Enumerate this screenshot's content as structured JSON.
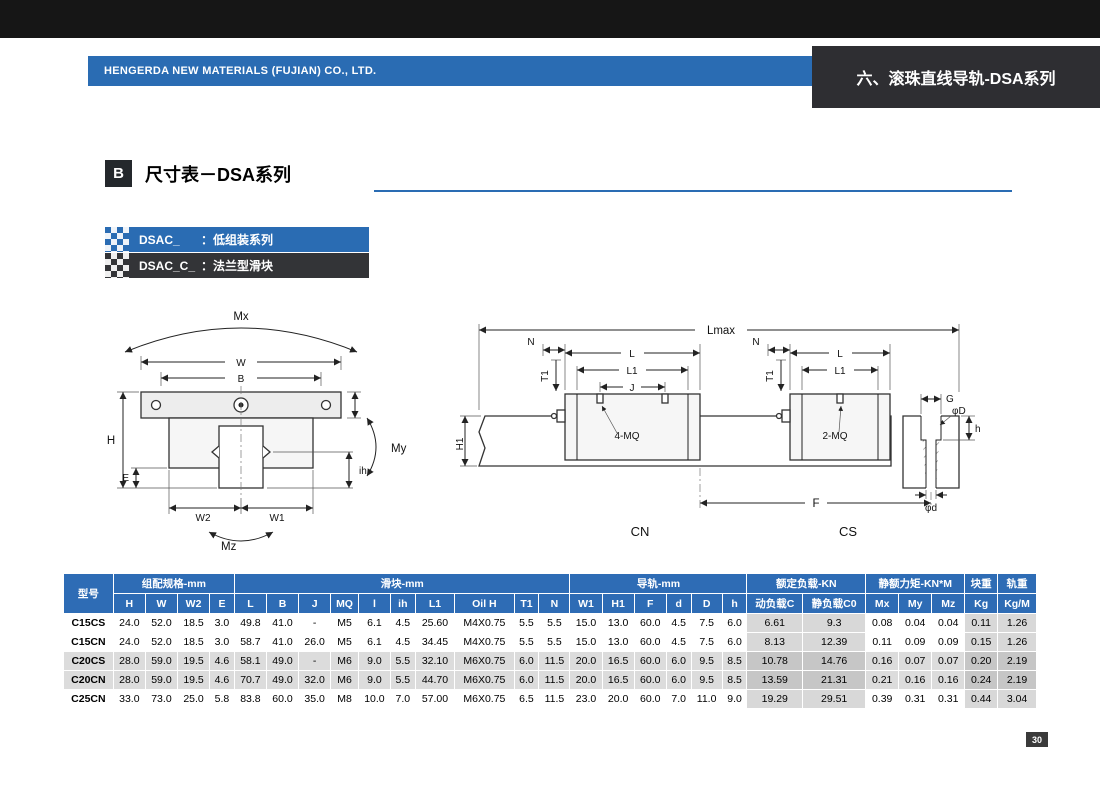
{
  "header": {
    "company": "HENGERDA NEW MATERIALS (FUJIAN) CO., LTD.",
    "doc_title": "六、滚珠直线导轨-DSA系列",
    "accent_color": "#2a6cb3"
  },
  "section": {
    "badge": "B",
    "title": "尺寸表－DSA系列"
  },
  "legend": [
    {
      "code": "DSAC_",
      "desc": "：低组装系列"
    },
    {
      "code": "DSAC_C_",
      "desc": "：法兰型滑块"
    }
  ],
  "drawing": {
    "left": {
      "mx": "Mx",
      "w": "W",
      "b": "B",
      "h": "H",
      "e": "E",
      "w2": "W2",
      "w1": "W1",
      "my": "My",
      "mz": "Mz",
      "ih": "ih"
    },
    "right": {
      "lmax": "Lmax",
      "n": "N",
      "t1": "T1",
      "l": "L",
      "l1": "L1",
      "j": "J",
      "mq4": "4-MQ",
      "mq2": "2-MQ",
      "g": "G",
      "phiD": "φD",
      "h": "h",
      "h1": "H1",
      "f": "F",
      "phid": "φd",
      "cn": "CN",
      "cs": "CS"
    }
  },
  "table": {
    "group_headers": [
      {
        "label": "型号",
        "colspan": 1,
        "rowspan": 2
      },
      {
        "label": "组配规格-mm",
        "colspan": 4
      },
      {
        "label": "滑块-mm",
        "colspan": 10
      },
      {
        "label": "导轨-mm",
        "colspan": 6
      },
      {
        "label": "额定负载-KN",
        "colspan": 2
      },
      {
        "label": "静额力矩-KN*M",
        "colspan": 3
      },
      {
        "label": "块重",
        "colspan": 1
      },
      {
        "label": "轨重",
        "colspan": 1
      }
    ],
    "sub_headers": [
      "H",
      "W",
      "W2",
      "E",
      "L",
      "B",
      "J",
      "MQ",
      "l",
      "ih",
      "L1",
      "Oil H",
      "T1",
      "N",
      "W1",
      "H1",
      "F",
      "d",
      "D",
      "h",
      "动负载C",
      "静负载C0",
      "Mx",
      "My",
      "Mz",
      "Kg",
      "Kg/M"
    ],
    "rows": [
      [
        "C15CS",
        "24.0",
        "52.0",
        "18.5",
        "3.0",
        "49.8",
        "41.0",
        "-",
        "M5",
        "6.1",
        "4.5",
        "25.60",
        "M4X0.75",
        "5.5",
        "5.5",
        "15.0",
        "13.0",
        "60.0",
        "4.5",
        "7.5",
        "6.0",
        "6.61",
        "9.3",
        "0.08",
        "0.04",
        "0.04",
        "0.11",
        "1.26"
      ],
      [
        "C15CN",
        "24.0",
        "52.0",
        "18.5",
        "3.0",
        "58.7",
        "41.0",
        "26.0",
        "M5",
        "6.1",
        "4.5",
        "34.45",
        "M4X0.75",
        "5.5",
        "5.5",
        "15.0",
        "13.0",
        "60.0",
        "4.5",
        "7.5",
        "6.0",
        "8.13",
        "12.39",
        "0.11",
        "0.09",
        "0.09",
        "0.15",
        "1.26"
      ],
      [
        "C20CS",
        "28.0",
        "59.0",
        "19.5",
        "4.6",
        "58.1",
        "49.0",
        "-",
        "M6",
        "9.0",
        "5.5",
        "32.10",
        "M6X0.75",
        "6.0",
        "11.5",
        "20.0",
        "16.5",
        "60.0",
        "6.0",
        "9.5",
        "8.5",
        "10.78",
        "14.76",
        "0.16",
        "0.07",
        "0.07",
        "0.20",
        "2.19"
      ],
      [
        "C20CN",
        "28.0",
        "59.0",
        "19.5",
        "4.6",
        "70.7",
        "49.0",
        "32.0",
        "M6",
        "9.0",
        "5.5",
        "44.70",
        "M6X0.75",
        "6.0",
        "11.5",
        "20.0",
        "16.5",
        "60.0",
        "6.0",
        "9.5",
        "8.5",
        "13.59",
        "21.31",
        "0.21",
        "0.16",
        "0.16",
        "0.24",
        "2.19"
      ],
      [
        "C25CN",
        "33.0",
        "73.0",
        "25.0",
        "5.8",
        "83.8",
        "60.0",
        "35.0",
        "M8",
        "10.0",
        "7.0",
        "57.00",
        "M6X0.75",
        "6.5",
        "11.5",
        "23.0",
        "20.0",
        "60.0",
        "7.0",
        "11.0",
        "9.0",
        "19.29",
        "29.51",
        "0.39",
        "0.31",
        "0.31",
        "0.44",
        "3.04"
      ]
    ]
  },
  "footer": {
    "page_number": "30"
  }
}
